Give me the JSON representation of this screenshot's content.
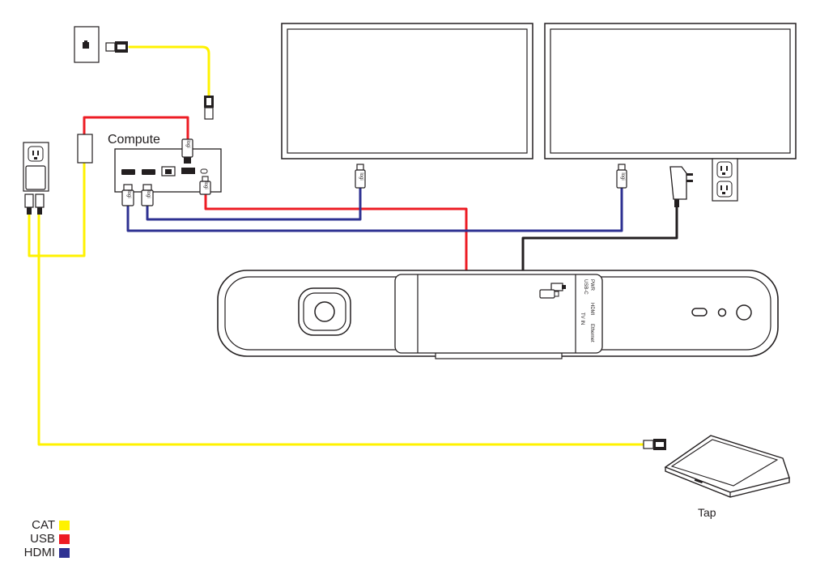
{
  "labels": {
    "compute": "Compute",
    "tap": "Tap"
  },
  "ports": {
    "pwr": "PWR",
    "usb_c": "USB-C",
    "hdmi": "HDMI",
    "tv_in": "TV IN",
    "ethernet": "Ethernet"
  },
  "legend": [
    {
      "label": "CAT",
      "color": "#fff200"
    },
    {
      "label": "USB",
      "color": "#ed1c24"
    },
    {
      "label": "HDMI",
      "color": "#2e3192"
    }
  ],
  "colors": {
    "cat": "#fff200",
    "usb": "#ed1c24",
    "hdmi": "#2e3192",
    "power": "#231f20",
    "outline": "#231f20"
  }
}
